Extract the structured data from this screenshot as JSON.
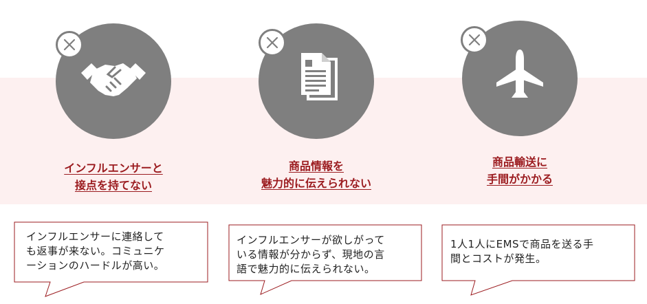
{
  "columns": [
    {
      "icon": "handshake-icon",
      "title_lines": [
        "インフルエンサーと",
        "接点を持てない"
      ],
      "box_lines": [
        "インフルエンサーに連絡して",
        "も返事が来ない。コミュニケ",
        "ーションのハードルが高い。"
      ]
    },
    {
      "icon": "document-icon",
      "title_lines": [
        "商品情報を",
        "魅力的に伝えられない"
      ],
      "box_lines": [
        "インフルエンサーが欲しがって",
        "いる情報が分からず、現地の言",
        "語で魅力的に伝えられない。"
      ]
    },
    {
      "icon": "airplane-icon",
      "title_lines": [
        "商品輸送に",
        "手間がかかる"
      ],
      "box_lines": [
        "1人1人にEMSで商品を送る手",
        "間とコストが発生。"
      ]
    }
  ],
  "colors": {
    "accent": "#9b1b1f",
    "circle": "#7f7f7f",
    "band": "#fdf0f0"
  }
}
